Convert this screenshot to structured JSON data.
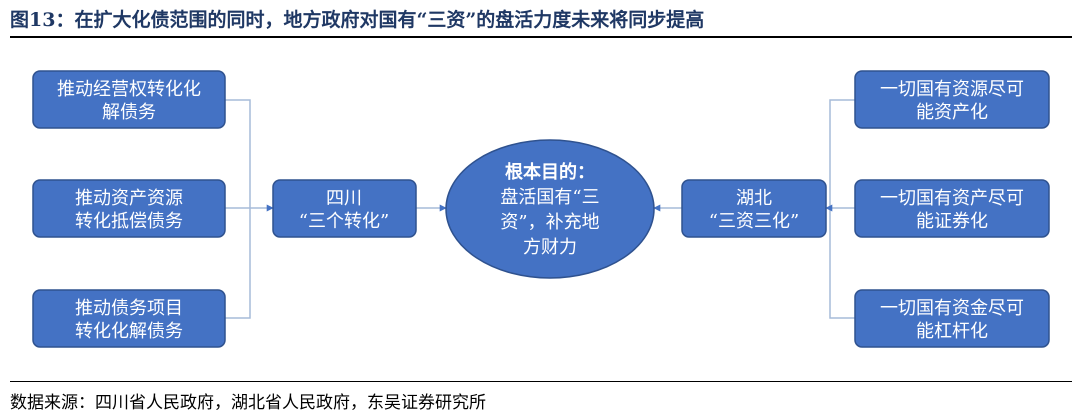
{
  "figure": {
    "title": "图13：在扩大化债范围的同时，地方政府对国有“三资”的盘活力度未来将同步提高",
    "source": "数据来源：四川省人民政府，湖北省人民政府，东吴证券研究所"
  },
  "diagram": {
    "left_measures": [
      {
        "lines": [
          "推动经营权转化化",
          "解债务"
        ]
      },
      {
        "lines": [
          "推动资产资源",
          "转化抵偿债务"
        ]
      },
      {
        "lines": [
          "推动债务项目",
          "转化化解债务"
        ]
      }
    ],
    "sichuan": {
      "lines": [
        "四川",
        "“三个转化”"
      ]
    },
    "center": {
      "heading": "根本目的：",
      "lines": [
        "盘活国有“三",
        "资”，补充地",
        "方财力"
      ]
    },
    "hubei": {
      "lines": [
        "湖北",
        "“三资三化”"
      ]
    },
    "right_measures": [
      {
        "lines": [
          "一切国有资源尽可",
          "能资产化"
        ]
      },
      {
        "lines": [
          "一切国有资产尽可",
          "能证券化"
        ]
      },
      {
        "lines": [
          "一切国有资金尽可",
          "能杠杆化"
        ]
      }
    ],
    "colors": {
      "box_fill": "#4472c4",
      "box_border": "#2f528f",
      "connector": "#a6bbd9",
      "title": "#1f3864"
    }
  }
}
